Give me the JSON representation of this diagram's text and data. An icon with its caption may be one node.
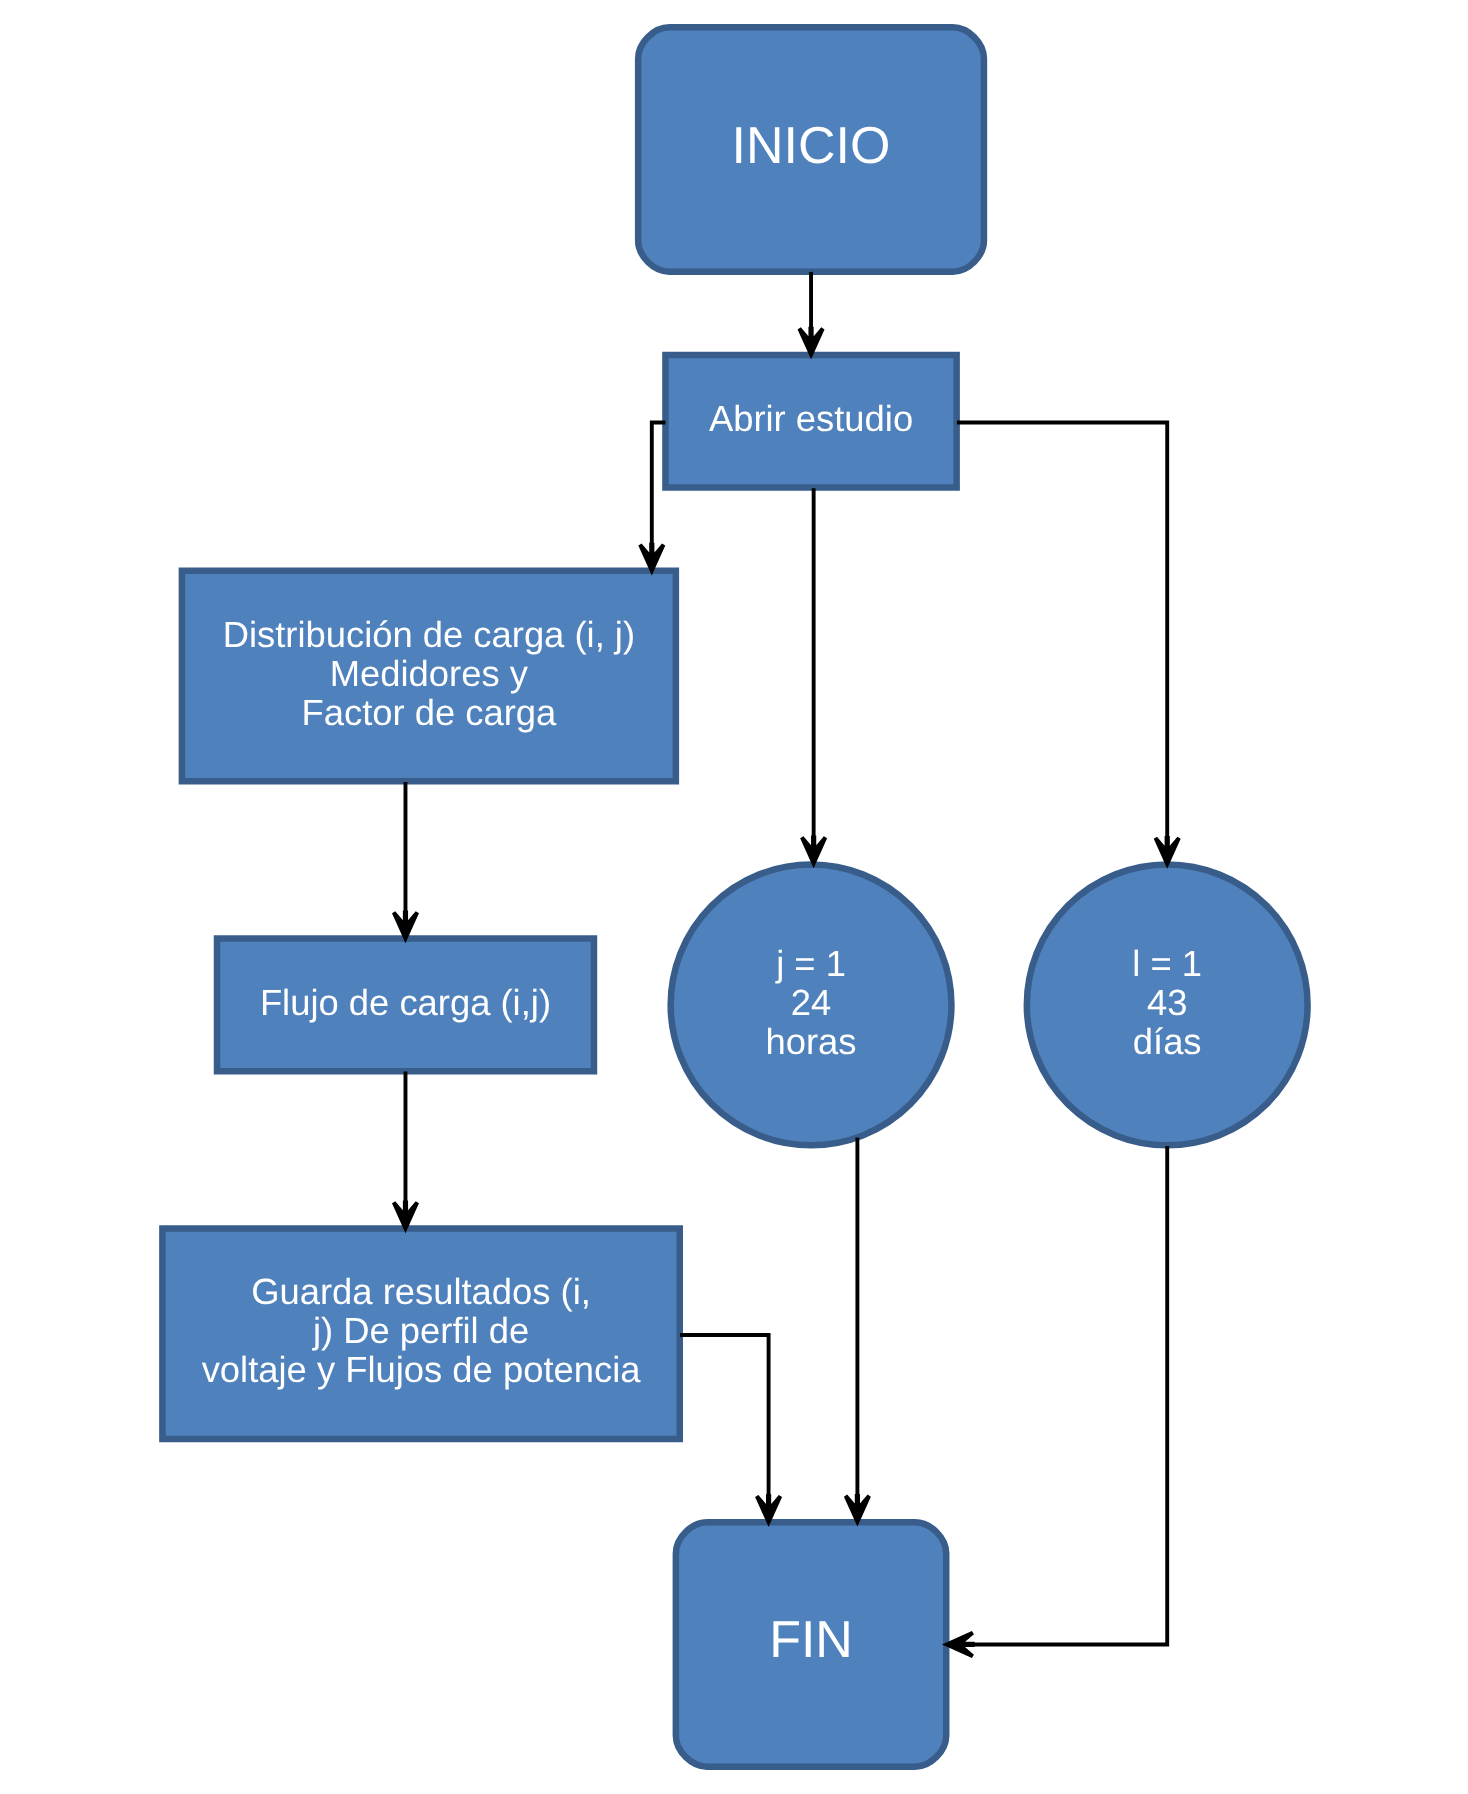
{
  "diagram": {
    "nodes": [
      {
        "text": [
          "INICIO"
        ]
      },
      {
        "text": [
          "Abrir estudio"
        ]
      },
      {
        "text": [
          "Distribución de carga (i, j) Medidores y Factor de carga"
        ]
      },
      {
        "text": [
          "Flujo de carga (i,j)"
        ]
      },
      {
        "text": [
          "Guarda resultados (i, j) De perfil de voltaje y Flujos de potencia"
        ]
      },
      {
        "text": [
          "j = 1 24 horas"
        ]
      },
      {
        "text": [
          "l = 1 43 días"
        ]
      },
      {
        "text": [
          "FIN"
        ]
      }
    ],
    "edges": [
      {
        "from": 0,
        "to": 1,
        "arrow": "to"
      },
      {
        "from": 1,
        "to": 2,
        "arrow": "to"
      },
      {
        "from": 1,
        "to": 5,
        "arrow": "to"
      },
      {
        "from": 1,
        "to": 6,
        "arrow": "to"
      },
      {
        "from": 2,
        "to": 3,
        "arrow": "to"
      },
      {
        "from": 3,
        "to": 4,
        "arrow": "to"
      },
      {
        "from": 4,
        "to": 7,
        "arrow": "to"
      },
      {
        "from": 5,
        "to": 7,
        "arrow": "to"
      },
      {
        "from": 6,
        "to": 7,
        "arrow": "to"
      }
    ]
  }
}
